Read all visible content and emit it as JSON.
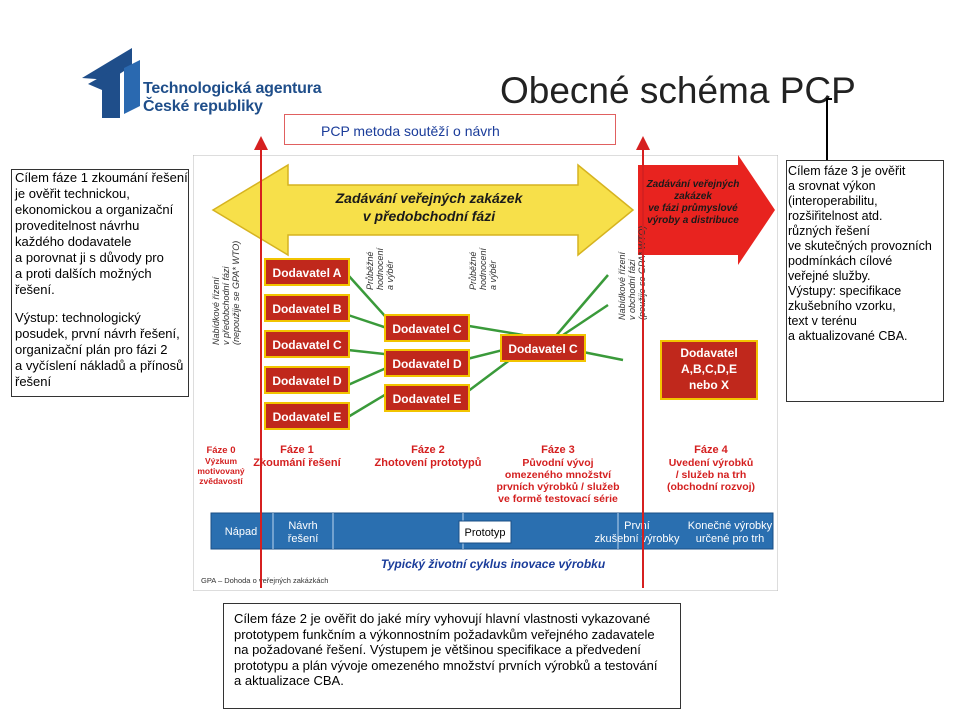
{
  "header": {
    "logo_line1": "Technologická agentura",
    "logo_line2": "České republiky",
    "title": "Obecné schéma PCP"
  },
  "pcp_label": "PCP metoda soutěží o návrh",
  "left_box": {
    "lines": [
      "Cílem fáze 1 zkoumání řešení",
      " je ověřit technickou,",
      "ekonomickou a organizační",
      "proveditelnost návrhu",
      "každého dodavatele",
      "a porovnat ji s důvody pro",
      "a proti dalších možných",
      "řešení.",
      "",
      "Výstup: technologický",
      "posudek, první návrh řešení,",
      "organizační plán pro fázi 2",
      "a  vyčíslení nákladů a přínosů",
      " řešení"
    ]
  },
  "right_box": {
    "lines": [
      "Cílem fáze 3 je ověřit",
      "a srovnat výkon",
      "(interoperabilitu,",
      "rozšiřitelnost atd.",
      " různých řešení",
      "ve skutečných provozních",
      " podmínkách cílové",
      " veřejné služby.",
      "Výstupy: specifikace",
      " zkušebního vzorku,",
      " text v terénu",
      " a aktualizované CBA."
    ]
  },
  "bottom_box": {
    "lines": [
      "Cílem fáze 2 je ověřit do jaké míry vyhovují hlavní vlastnosti vykazované",
      "prototypem funkčním a výkonnostním požadavkům veřejného zadavatele",
      "na požadované řešení. Výstupem je většinou specifikace a předvedení",
      "prototypu a plán vývoje omezeného množství prvních výrobků a testování",
      "a aktualizace CBA."
    ]
  },
  "diagram": {
    "yellow_arrow_title": [
      "Zadávání veřejných zakázek",
      "v předobchodní fázi"
    ],
    "red_arrow_title": [
      "Zadávání veřejných",
      "zakázek",
      "ve fázi průmyslové",
      "výroby a distribuce"
    ],
    "vertical_labels": {
      "v1": [
        "Nabídkové řízení",
        "v předobchodní fázi",
        "(nepoužije se GPA* WTO)"
      ],
      "v2": [
        "Průběžné",
        "hodnocení",
        "a výběr"
      ],
      "v3": [
        "Průběžné",
        "hodnocení",
        "a výběr"
      ],
      "v4": [
        "Nabídkové řízení",
        "v obchodní fázi",
        "(použije se GPA* WTO)"
      ]
    },
    "suppliers": {
      "a": "Dodavatel A",
      "b": "Dodavatel B",
      "c": "Dodavatel C",
      "d": "Dodavatel D",
      "e": "Dodavatel E",
      "final": [
        "Dodavatel",
        "A,B,C,D,E",
        "nebo X"
      ]
    },
    "phases": {
      "p0": [
        "Fáze 0",
        "Výzkum",
        "motivovaný",
        "zvědavostí"
      ],
      "p1": [
        "Fáze 1",
        "Zkoumání řešení"
      ],
      "p2": [
        "Fáze 2",
        "Zhotovení prototypů"
      ],
      "p3": [
        "Fáze 3",
        "Původní vývoj",
        "omezeného množství",
        "prvních výrobků / služeb",
        "ve formě testovací série"
      ],
      "p4": [
        "Fáze 4",
        "Uvedení výrobků",
        "/ služeb na trh",
        "(obchodní rozvoj)"
      ]
    },
    "cycle": {
      "napad": "Nápad",
      "navrh": [
        "Návrh",
        "řešení"
      ],
      "prototyp": "Prototyp",
      "prvni": [
        "První",
        "zkušební výrobky"
      ],
      "konecne": [
        "Konečné výrobky",
        "určené pro trh"
      ],
      "title": "Typický životní cyklus inovace výrobku"
    },
    "footnote": "GPA – Dohoda o veřejných zakázkách"
  },
  "colors": {
    "yellow": "#f7e04a",
    "red": "#e8231f",
    "red_phase": "#d42020",
    "supplier_fill": "#c0281c",
    "supplier_text": "#ffffff",
    "cycle_fill": "#2a6fb0",
    "title_blue": "#1a3c9a",
    "logo_blue": "#1f4e8a"
  }
}
